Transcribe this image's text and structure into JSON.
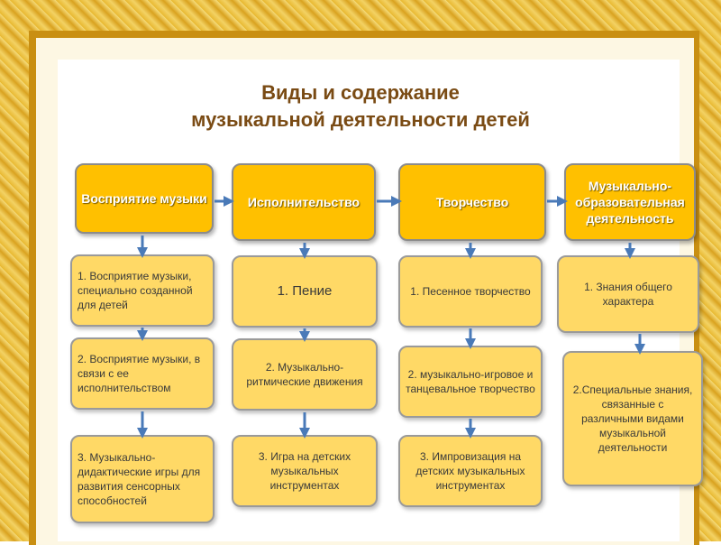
{
  "title": {
    "line1": "Виды и содержание",
    "line2": "музыкальной деятельности детей"
  },
  "columns": [
    {
      "header": "Восприятие музыки",
      "items": [
        "1. Восприятие музыки, специально созданной для детей",
        "2. Восприятие музыки, в связи с ее исполнительством",
        "3. Музыкально-дидактические игры для развития сенсорных способностей"
      ]
    },
    {
      "header": "Исполнительство",
      "items": [
        "1. Пение",
        "2. Музыкально-ритмические движения",
        "3. Игра на детских музыкальных инструментах"
      ]
    },
    {
      "header": "Творчество",
      "items": [
        "1. Песенное творчество",
        "2. музыкально-игровое и танцевальное творчество",
        "3. Импровизация на детских музыкальных инструментах"
      ]
    },
    {
      "header": "Музыкально-образовательная деятельность",
      "items": [
        "1. Знания общего характера",
        "2.Специальные знания, связанные с различными видами музыкальной деятельности"
      ]
    }
  ],
  "colors": {
    "header_fill": "#ffc000",
    "item_fill": "#ffd966",
    "arrow": "#4a7ab8",
    "title": "#7a4b14"
  }
}
